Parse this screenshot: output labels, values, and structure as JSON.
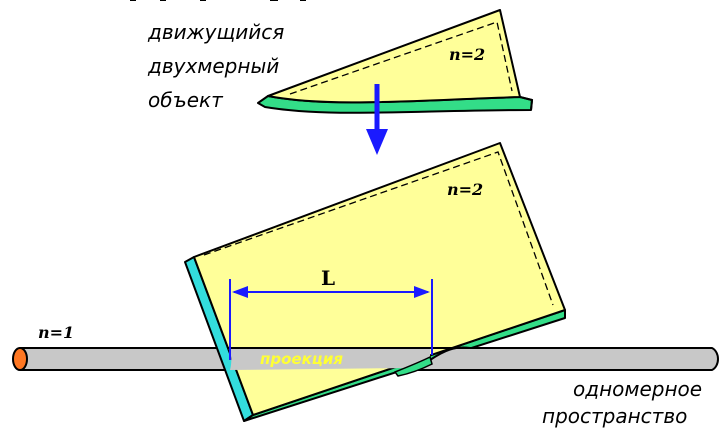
{
  "caption_moving": [
    "движущийся",
    "двухмерный",
    "объект"
  ],
  "caption_space": [
    "одномерное",
    "пространство"
  ],
  "label_top_object": "n=2",
  "label_bottom_object": "n=2",
  "label_line": "n=1",
  "label_length": "L",
  "label_projection": "проекция",
  "colors": {
    "plate_fill": "#ffff99",
    "plate_edge_green": "#33dd88",
    "plate_edge_cyan": "#33dddd",
    "rod_fill": "#c8c8c8",
    "rod_end": "#ff7722",
    "arrow": "#1a1aff",
    "dimension": "#1a1aff",
    "projection_text": "#ffff33"
  }
}
